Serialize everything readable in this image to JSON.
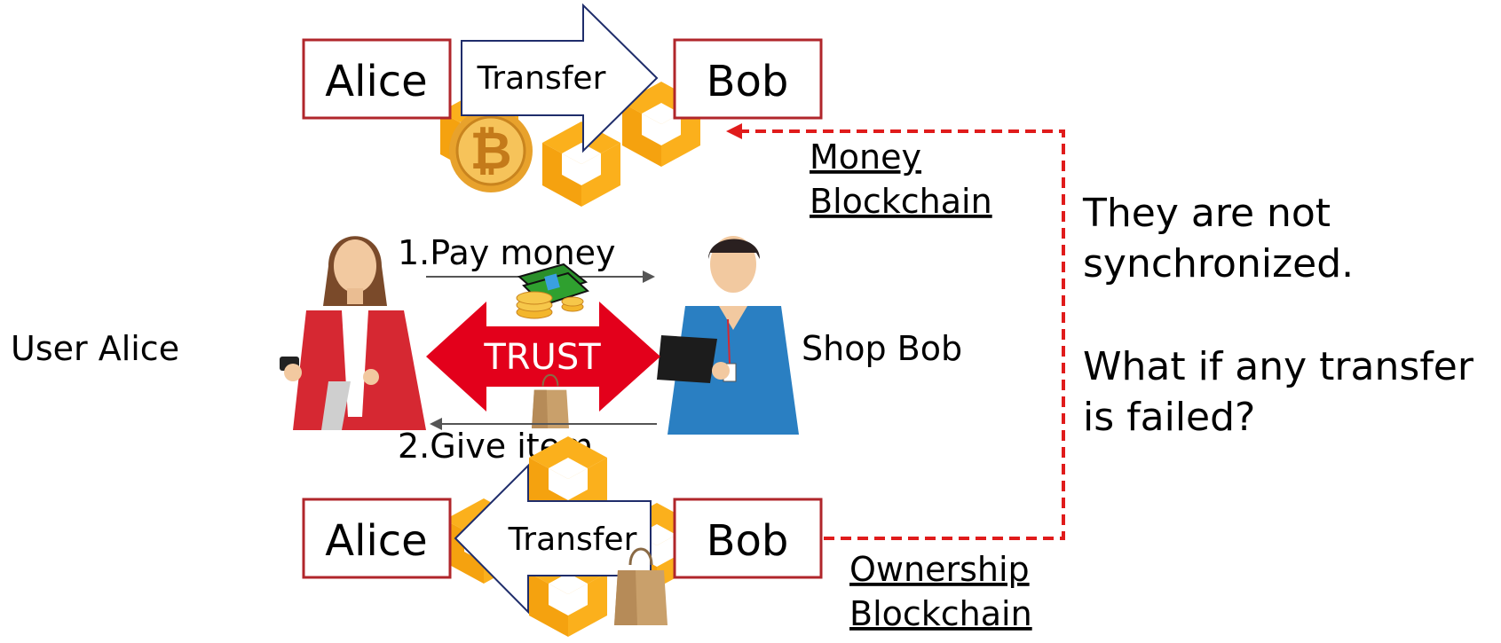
{
  "top_chain": {
    "from_label": "Alice",
    "arrow_label": "Transfer",
    "to_label": "Bob",
    "chain_name_line1": "Money",
    "chain_name_line2": "Blockchain"
  },
  "bottom_chain": {
    "from_label": "Alice",
    "arrow_label": "Transfer",
    "to_label": "Bob",
    "chain_name_line1": "Ownership",
    "chain_name_line2": "Blockchain"
  },
  "middle": {
    "user_label": "User Alice",
    "shop_label": "Shop Bob",
    "pay_label": "1.Pay money",
    "give_label": "2.Give item",
    "trust_label": "TRUST"
  },
  "note": {
    "line1": "They are not",
    "line2": "synchronized.",
    "line3": "What if any transfer",
    "line4": "is failed?"
  },
  "colors": {
    "box_border": "#c0272d",
    "block": "#fbb01c",
    "arrow_outline": "#1f2d6b",
    "trust_red": "#e3001b",
    "dashed_red": "#e01b1b",
    "coin": "#e8a22c"
  },
  "icons": {
    "bitcoin": "bitcoin-coin-icon",
    "money": "cash-stack-icon",
    "bag": "shopping-bag-icon"
  }
}
